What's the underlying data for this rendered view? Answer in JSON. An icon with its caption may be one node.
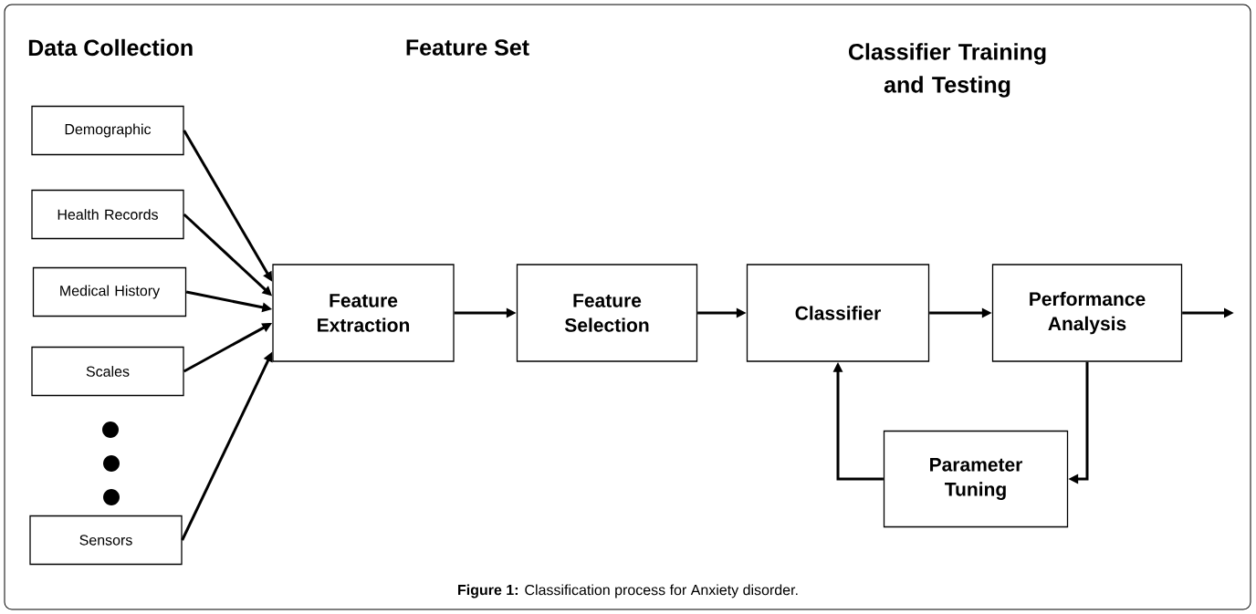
{
  "diagram": {
    "caption": "**Figure 1:** Classification process for Anxiety disorder.",
    "nodes": [
      {
        "text": [
          "Demographic"
        ]
      },
      {
        "text": [
          "Health Records"
        ]
      },
      {
        "text": [
          "Medical History"
        ]
      },
      {
        "text": [
          "Scales"
        ]
      },
      {
        "text": [
          "Sensors"
        ]
      },
      {
        "text": [
          "Feature Extraction"
        ]
      },
      {
        "text": [
          "Feature Selection"
        ]
      },
      {
        "text": [
          "Classifier"
        ]
      },
      {
        "text": [
          "Performance Analysis"
        ]
      },
      {
        "text": [
          "Parameter Tuning"
        ]
      }
    ],
    "edges": [
      {
        "from": 0,
        "to": 5,
        "arrow": "to"
      },
      {
        "from": 1,
        "to": 5,
        "arrow": "to"
      },
      {
        "from": 2,
        "to": 5,
        "arrow": "to"
      },
      {
        "from": 3,
        "to": 5,
        "arrow": "to"
      },
      {
        "from": 4,
        "to": 5,
        "arrow": "to"
      },
      {
        "from": 5,
        "to": 6,
        "arrow": "to"
      },
      {
        "from": 6,
        "to": 7,
        "arrow": "to"
      },
      {
        "from": 7,
        "to": 8,
        "arrow": "to"
      },
      {
        "from": 8,
        "to": null,
        "arrow": "to"
      },
      {
        "from": 8,
        "to": 9,
        "arrow": "to"
      },
      {
        "from": 9,
        "to": 7,
        "arrow": "to"
      }
    ],
    "labels": [
      "Data Collection",
      "Feature Set",
      "Classifier Training and Testing"
    ]
  }
}
